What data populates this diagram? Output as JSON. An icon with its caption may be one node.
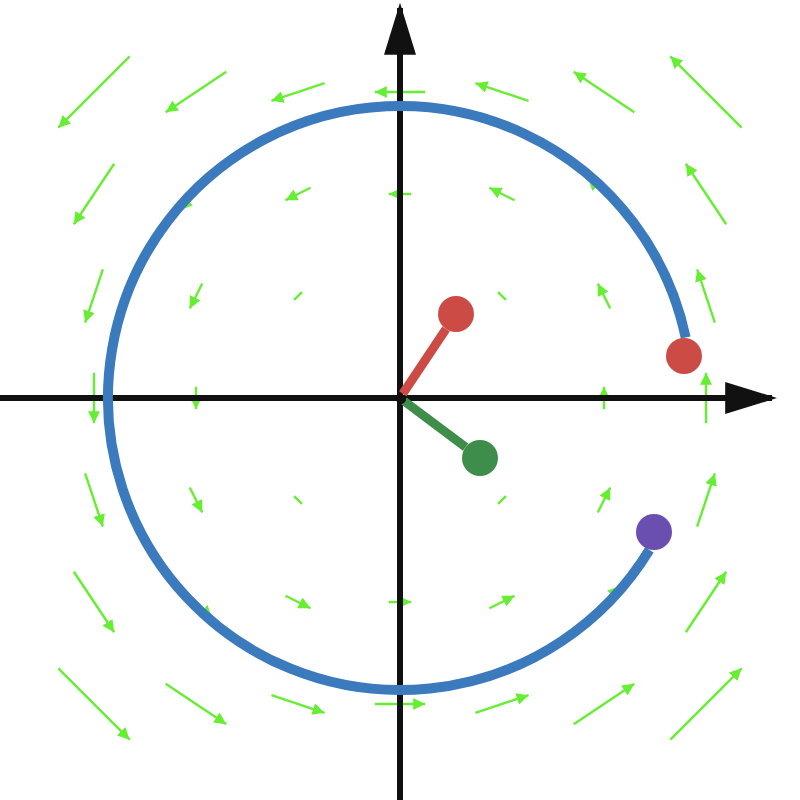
{
  "diagram": {
    "nodes": [
      {
        "text": [],
        "shape": "circle"
      },
      {
        "text": [],
        "shape": "circle"
      },
      {
        "text": [],
        "shape": "circle"
      },
      {
        "text": [],
        "shape": "circle"
      },
      {
        "text": [],
        "shape": "point"
      }
    ],
    "edges": [
      {
        "from": 4,
        "to": 0,
        "arrow": "none",
        "color": "#cc4c45"
      },
      {
        "from": 4,
        "to": 1,
        "arrow": "none",
        "color": "#3f8d4a"
      },
      {
        "from": 3,
        "to": 2,
        "arrow": "none",
        "color": "#3b7bbd"
      }
    ]
  }
}
